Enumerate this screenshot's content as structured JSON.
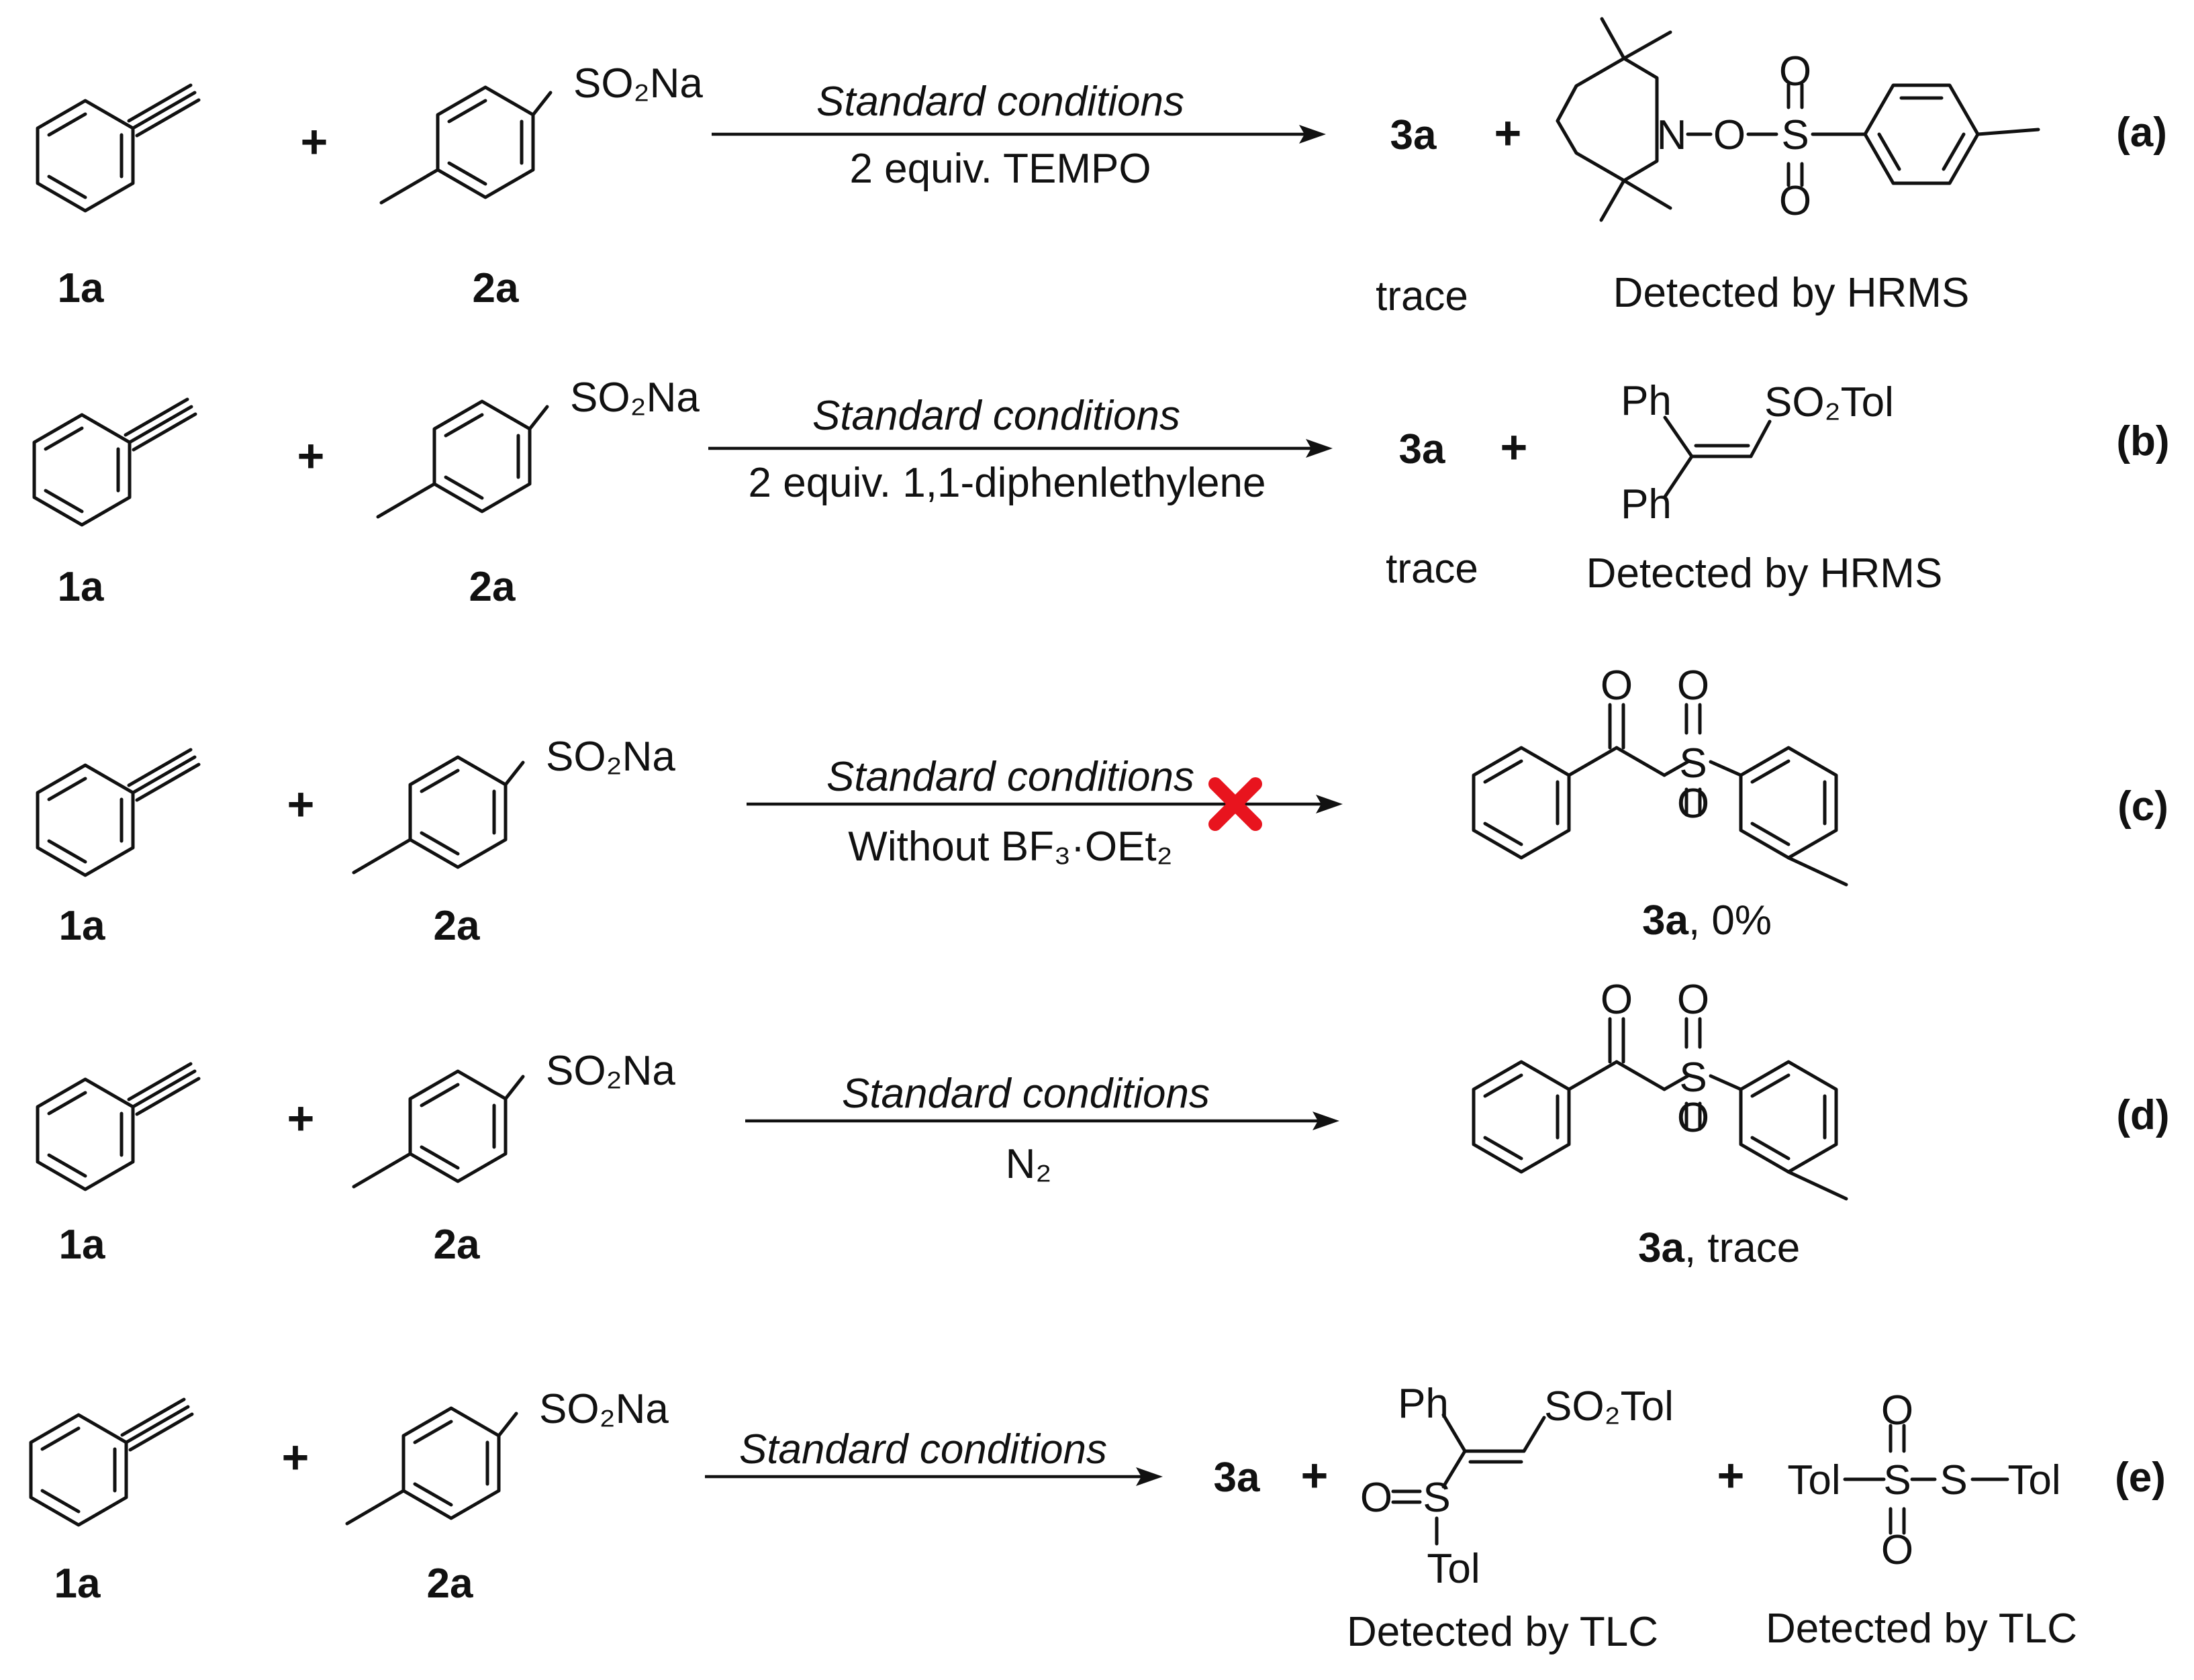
{
  "labels": {
    "alkyne": "1a",
    "sulfinate": "2a",
    "product": "3a",
    "plus": "+",
    "so2na": "SO₂Na",
    "trace": "trace"
  },
  "reactions": [
    {
      "tag": "(a)",
      "conditions_top": "Standard conditions",
      "conditions_bottom": "2 equiv. TEMPO",
      "product_note": "trace",
      "adduct_atoms": {
        "n": "N",
        "o": "O",
        "s": "S",
        "so_top": "O",
        "so_bottom": "O"
      },
      "detection": "Detected by HRMS"
    },
    {
      "tag": "(b)",
      "conditions_top": "Standard conditions",
      "conditions_bottom": "2 equiv. 1,1-diphenlethylene",
      "product_note": "trace",
      "adduct_groups": {
        "ph_top": "Ph",
        "ph_bottom": "Ph",
        "sulfonyl": "SO₂Tol"
      },
      "detection": "Detected by HRMS"
    },
    {
      "tag": "(c)",
      "conditions_top": "Standard conditions",
      "conditions_bottom": "Without BF₃·OEt₂",
      "blocked_color": "#e8141e",
      "product_atoms": {
        "carbonyl_o": "O",
        "s": "S",
        "so_top": "O",
        "so_bottom": "O"
      },
      "yield": ", 0%"
    },
    {
      "tag": "(d)",
      "conditions_top": "Standard conditions",
      "conditions_bottom": "N₂",
      "product_atoms": {
        "carbonyl_o": "O",
        "s": "S",
        "so_top": "O",
        "so_bottom": "O"
      },
      "yield": ", trace"
    },
    {
      "tag": "(e)",
      "conditions_top": "Standard conditions",
      "byproduct1": {
        "ph": "Ph",
        "sulfonyl": "SO₂Tol",
        "o": "O",
        "s": "S",
        "tol": "Tol"
      },
      "byproduct2": {
        "tol_left": "Tol",
        "s1": "S",
        "o_top": "O",
        "o_bottom": "O",
        "s2": "S",
        "tol_right": "Tol"
      },
      "detection1": "Detected by TLC",
      "detection2": "Detected by TLC"
    }
  ]
}
